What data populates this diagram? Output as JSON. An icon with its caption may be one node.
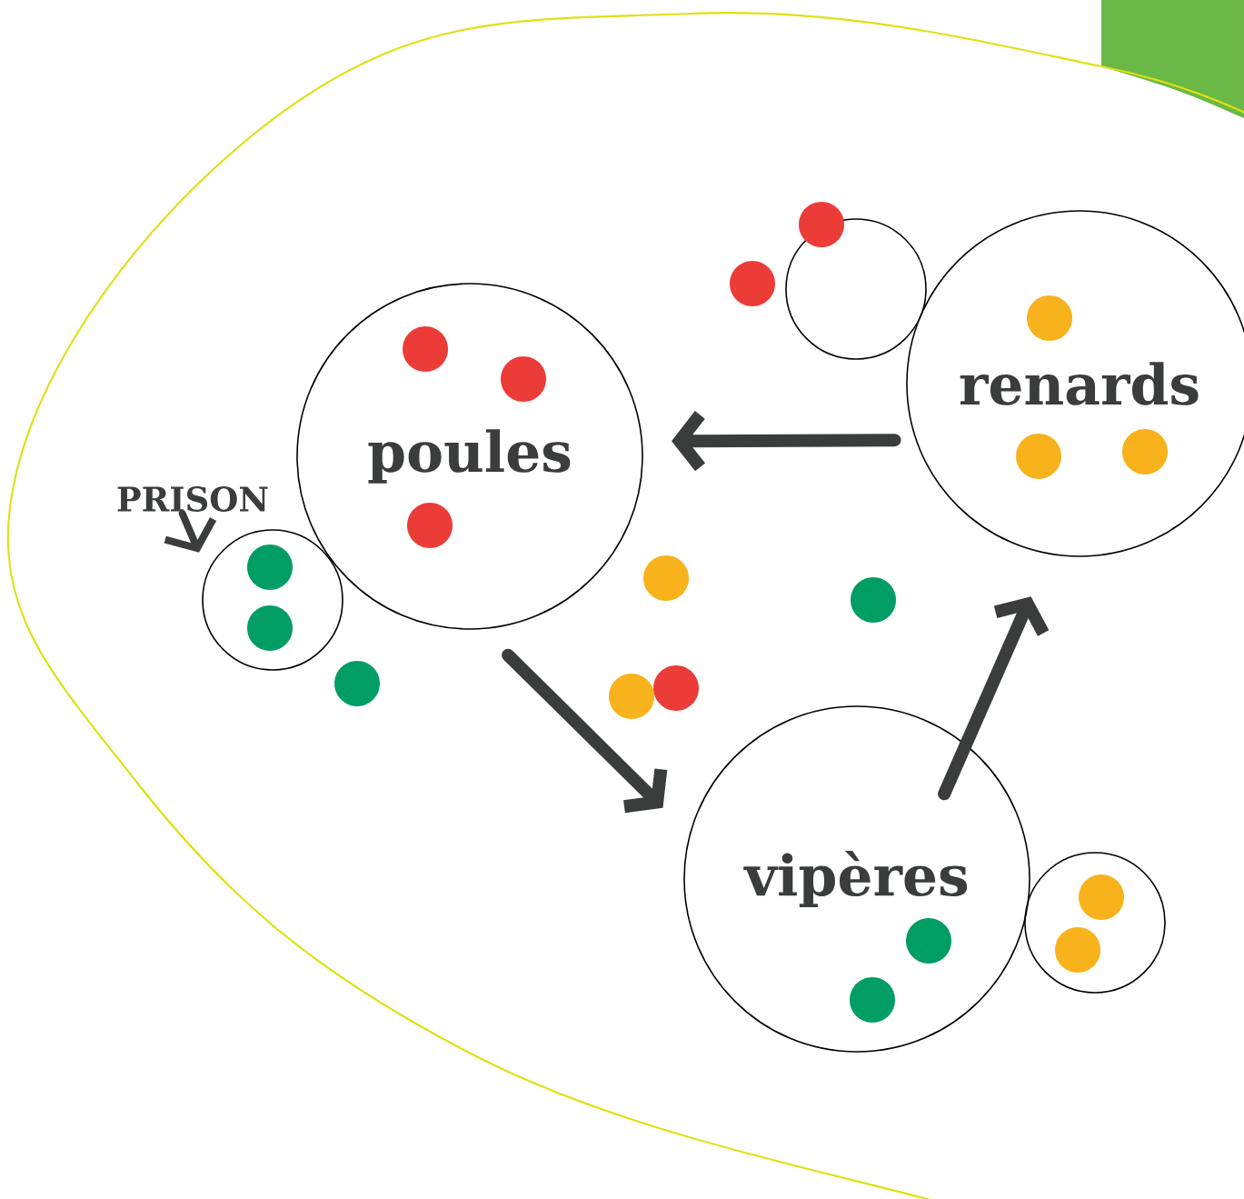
{
  "diagram": {
    "nodes": [
      {
        "text": [
          "poules"
        ]
      },
      {
        "text": [
          "renards"
        ]
      },
      {
        "text": [
          "vipères"
        ]
      },
      {
        "text": [
          "PRISON"
        ]
      },
      {
        "text": [],
        "shape": "circle"
      },
      {
        "text": [],
        "shape": "circle"
      },
      {
        "text": [],
        "shape": "circle"
      }
    ],
    "edges": [
      {
        "from": 1,
        "to": 0,
        "arrow": "to"
      },
      {
        "from": 0,
        "to": 2,
        "arrow": "to"
      },
      {
        "from": 2,
        "to": 1,
        "arrow": "to"
      },
      {
        "from": 3,
        "to": 4,
        "arrow": "to"
      }
    ]
  }
}
